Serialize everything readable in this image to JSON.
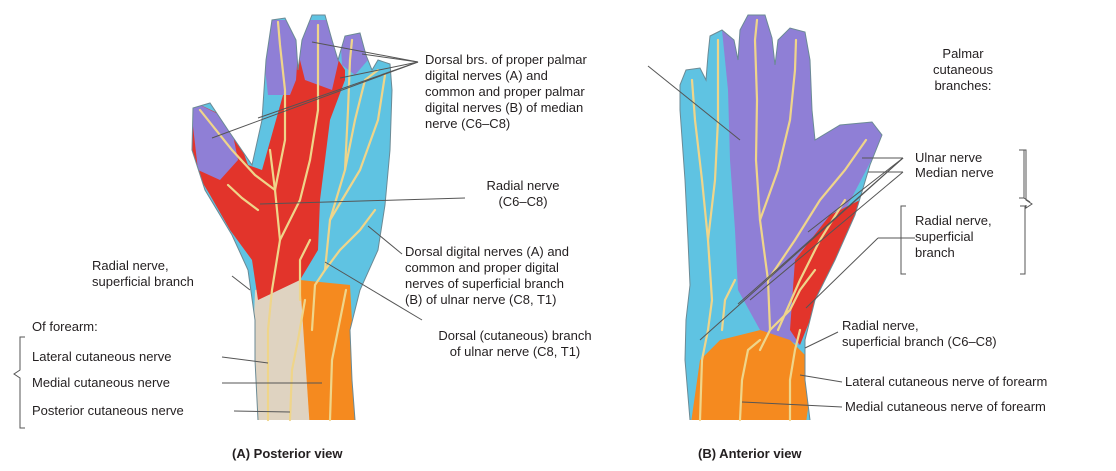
{
  "colors": {
    "ulnar_blue": "#5fc3e2",
    "radial_red": "#e2342b",
    "median_purple": "#8f7fd6",
    "forearm_orange": "#f58a1f",
    "posterior_tan": "#dfd3c1",
    "nerve_yellow": "#efd58a",
    "leader_gray": "#555555"
  },
  "posterior": {
    "caption": "(A) Posterior view",
    "dorsal_brs": [
      "Dorsal brs. of proper palmar",
      "digital nerves (A) and",
      "common and proper palmar",
      "digital nerves (B) of median",
      "nerve (C6–C8)"
    ],
    "radial_nerve": [
      "Radial nerve",
      "(C6–C8)"
    ],
    "dorsal_digital": [
      "Dorsal digital nerves (A) and",
      "common and proper digital",
      "nerves of superficial branch",
      "(B) of ulnar nerve (C8, T1)"
    ],
    "dorsal_cutaneous": [
      "Dorsal (cutaneous) branch",
      "of ulnar nerve (C8, T1)"
    ],
    "radial_superficial": [
      "Radial nerve,",
      "superficial branch"
    ],
    "of_forearm": "Of forearm:",
    "lateral_cutaneous": "Lateral cutaneous nerve",
    "medial_cutaneous": "Medial cutaneous nerve",
    "posterior_cutaneous": "Posterior cutaneous nerve"
  },
  "anterior": {
    "caption": "(B) Anterior view",
    "palmar_heading": [
      "Palmar",
      "cutaneous",
      "branches:"
    ],
    "ulnar_nerve": "Ulnar nerve",
    "median_nerve": "Median nerve",
    "radial_superficial_palmar": [
      "Radial nerve,",
      "superficial",
      "branch"
    ],
    "radial_superficial_c6": [
      "Radial nerve,",
      "superficial branch (C6–C8)"
    ],
    "lateral_forearm": "Lateral cutaneous nerve of forearm",
    "medial_forearm": "Medial cutaneous nerve of forearm"
  }
}
